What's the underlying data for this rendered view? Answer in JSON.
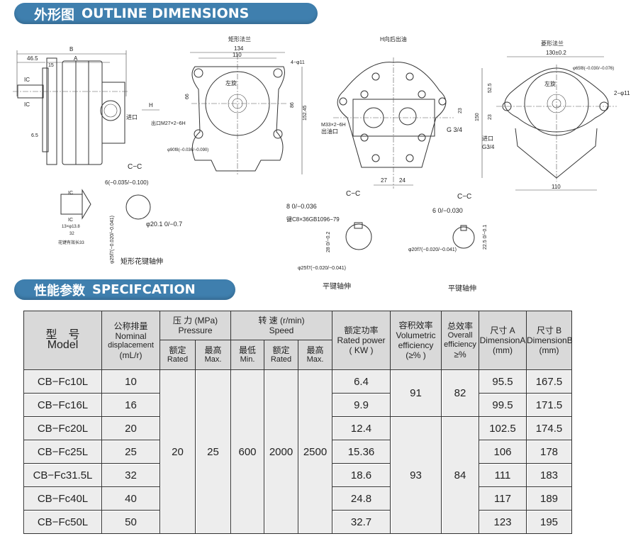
{
  "outline": {
    "title_cn": "外形图",
    "title_en": "OUTLINE DIMENSIONS"
  },
  "spec": {
    "title_cn": "性能参数",
    "title_en": "SPECIFCATION"
  },
  "drawings": {
    "side": {
      "B": "B",
      "A": "A",
      "d46": "46.5",
      "d15": "15",
      "ic1": "IC",
      "ic2": "IC",
      "d65": "6.5",
      "H": "H",
      "inlet": "进口"
    },
    "rect": {
      "title": "矩形法兰",
      "w134": "134",
      "w110": "110",
      "holes": "4−φ11",
      "rot": "左旋",
      "d66": "66",
      "d86": "86",
      "d152": "152.45",
      "outlet": "出口M27×2−6H",
      "phi": "φ90f8(−0.036/−0.090)"
    },
    "rear": {
      "title": "H向后出油",
      "m33": "M33×2−6H",
      "outlet": "出油口",
      "g34": "G 3/4",
      "d23": "23",
      "d27": "27",
      "d24": "24"
    },
    "diamond": {
      "title": "菱形法兰",
      "w130": "130±0.2",
      "phi": "φ65f8(−0.030/−0.076)",
      "rot": "左旋",
      "holes": "2−φ11",
      "d525": "52.5",
      "d23": "23",
      "d150": "150",
      "inlet": "进口",
      "g34": "G3/4",
      "w110": "110"
    },
    "spline": {
      "cc": "C−C",
      "key": "6(−0.035/−0.100)",
      "phi201": "φ20.1 0/−0.7",
      "phi25": "φ25f7(−0.020/−0.041)",
      "ic1": "IC",
      "ic2": "IC",
      "spec": "13×φ13.8",
      "d32": "32",
      "len": "花键有效长33",
      "caption": "矩形花键轴伸"
    },
    "key8": {
      "cc": "C−C",
      "key": "8 0/−0.036",
      "keyspec": "键C8×36GB1096−79",
      "d28": "28 0/−0.2",
      "phi25": "φ25f7(−0.020/−0.041)",
      "caption": "平键轴伸"
    },
    "key6": {
      "cc": "C−C",
      "key": "6 0/−0.030",
      "d225": "22.5 0/−0.1",
      "phi20": "φ20f7(−0.020/−0.041)",
      "caption": "平键轴伸"
    }
  },
  "table": {
    "headers": {
      "model_cn": "型　号",
      "model_en": "Model",
      "disp_cn": "公称排量",
      "disp_en1": "Nominal",
      "disp_en2": "displacement",
      "disp_unit": "(mL/r)",
      "pressure_cn": "压 力 (MPa)",
      "pressure_en": "Pressure",
      "speed_cn": "转 速 (r/min)",
      "speed_en": "Speed",
      "rated_cn": "额定",
      "rated_en": "Rated",
      "max_cn": "最高",
      "max_en": "Max.",
      "min_cn": "最低",
      "min_en": "Min.",
      "power_cn": "额定功率",
      "power_en": "Rated power",
      "power_unit": "( KW )",
      "vol_cn": "容积效率",
      "vol_en1": "Volumetric",
      "vol_en2": "efficiency",
      "vol_unit": "(≥% )",
      "ov_cn": "总效率",
      "ov_en1": "Overall",
      "ov_en2": "efficiency",
      "ov_unit": "≥%",
      "dimA_cn": "尺寸 A",
      "dimA_en": "DimensionA",
      "dimA_unit": "(mm)",
      "dimB_cn": "尺寸 B",
      "dimB_en": "DimensionB",
      "dimB_unit": "(mm)"
    },
    "shared": {
      "p_rated": "20",
      "p_max": "25",
      "s_min": "600",
      "s_rated": "2000",
      "s_max": "2500",
      "vol1": "91",
      "vol2": "93",
      "ov1": "82",
      "ov2": "84"
    },
    "rows": [
      {
        "model": "CB−Fc10L",
        "disp": "10",
        "power": "6.4",
        "a": "95.5",
        "b": "167.5"
      },
      {
        "model": "CB−Fc16L",
        "disp": "16",
        "power": "9.9",
        "a": "99.5",
        "b": "171.5"
      },
      {
        "model": "CB−Fc20L",
        "disp": "20",
        "power": "12.4",
        "a": "102.5",
        "b": "174.5"
      },
      {
        "model": "CB−Fc25L",
        "disp": "25",
        "power": "15.36",
        "a": "106",
        "b": "178"
      },
      {
        "model": "CB−Fc31.5L",
        "disp": "32",
        "power": "18.6",
        "a": "111",
        "b": "183"
      },
      {
        "model": "CB−Fc40L",
        "disp": "40",
        "power": "24.8",
        "a": "117",
        "b": "189"
      },
      {
        "model": "CB−Fc50L",
        "disp": "50",
        "power": "32.7",
        "a": "123",
        "b": "195"
      }
    ]
  }
}
